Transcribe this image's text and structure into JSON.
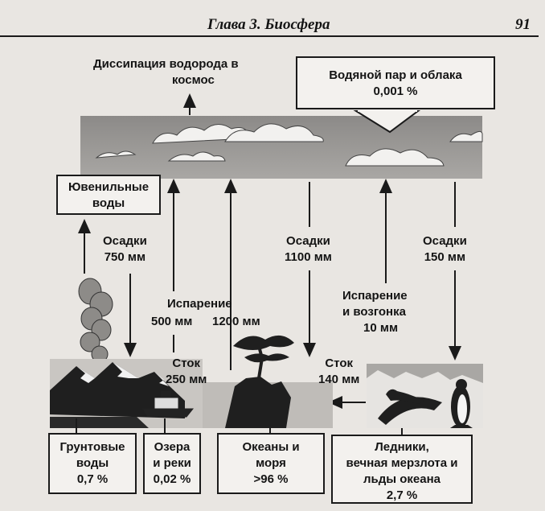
{
  "header": {
    "chapter": "Глава 3. Биосфера",
    "page_number": "91"
  },
  "labels": {
    "dissipation": [
      "Диссипация водорода в",
      "космос"
    ],
    "vapor": [
      "Водяной пар и облака",
      "0,001 %"
    ],
    "juvenile": [
      "Ювенильные",
      "воды"
    ],
    "precip_750": [
      "Осадки",
      "750 мм"
    ],
    "precip_1100": [
      "Осадки",
      "1100 мм"
    ],
    "precip_150": [
      "Осадки",
      "150 мм"
    ],
    "evap_main": "Испарение",
    "evap_500": "500 мм",
    "evap_1200": "1200 мм",
    "evap_sub": [
      "Испарение",
      "и возгонка",
      "10 мм"
    ],
    "runoff_250": [
      "Сток",
      "250 мм"
    ],
    "runoff_140": [
      "Сток",
      "140 мм"
    ],
    "groundwater": [
      "Грунтовые",
      "воды",
      "0,7 %"
    ],
    "lakes": [
      "Озера",
      "и реки",
      "0,02 %"
    ],
    "oceans": [
      "Океаны и",
      "моря",
      ">96 %"
    ],
    "glaciers": [
      "Ледники,",
      "вечная мерзлота и",
      "льды океана",
      "2,7 %"
    ]
  }
}
